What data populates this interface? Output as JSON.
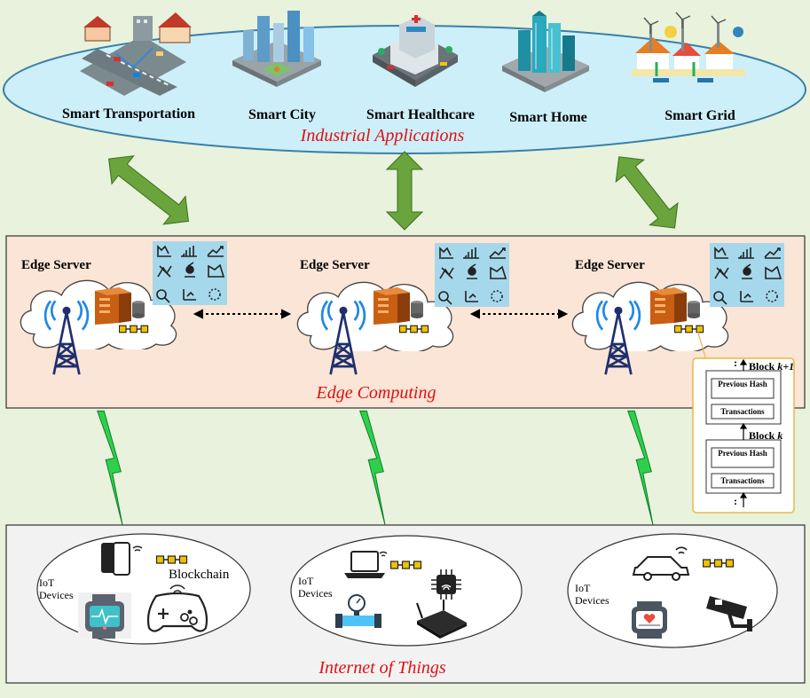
{
  "applications": {
    "title": "Industrial Applications",
    "items": [
      {
        "label": "Smart Transportation",
        "icon": "transportation-scene-icon"
      },
      {
        "label": "Smart City",
        "icon": "city-scene-icon"
      },
      {
        "label": "Smart Healthcare",
        "icon": "hospital-scene-icon"
      },
      {
        "label": "Smart Home",
        "icon": "home-scene-icon"
      },
      {
        "label": "Smart Grid",
        "icon": "grid-scene-icon"
      }
    ]
  },
  "edge": {
    "title": "Edge Computing",
    "servers": [
      {
        "label": "Edge Server"
      },
      {
        "label": "Edge Server"
      },
      {
        "label": "Edge Server"
      }
    ]
  },
  "blockchain_detail": {
    "blocks": [
      {
        "label_prefix": "Block ",
        "label_var": "k+1",
        "prev_hash": "Previous Hash",
        "transactions": "Transactions"
      },
      {
        "label_prefix": "Block ",
        "label_var": "k",
        "prev_hash": "Previous Hash",
        "transactions": "Transactions"
      }
    ],
    "ellipsis": ":"
  },
  "iot": {
    "title": "Internet of Things",
    "groups": [
      {
        "label": "IoT Devices",
        "extra_label": "Blockchain",
        "devices": [
          "smartphone-icon",
          "smartwatch-icon",
          "gamepad-icon"
        ]
      },
      {
        "label": "IoT Devices",
        "devices": [
          "laptop-icon",
          "chip-icon",
          "pressure-gauge-icon",
          "router-icon"
        ]
      },
      {
        "label": "IoT Devices",
        "devices": [
          "car-icon",
          "health-watch-icon",
          "security-camera-icon"
        ]
      }
    ]
  },
  "colors": {
    "background": "#e8f2dc",
    "app_ellipse": "#cdeff9",
    "edge_panel": "#fbe5d6",
    "iot_panel": "#f2f2f2",
    "arrow_green": "#6aa43c",
    "lightning_green": "#2ed04a",
    "title_red": "#e01010",
    "block_chain": "#f2c200"
  }
}
